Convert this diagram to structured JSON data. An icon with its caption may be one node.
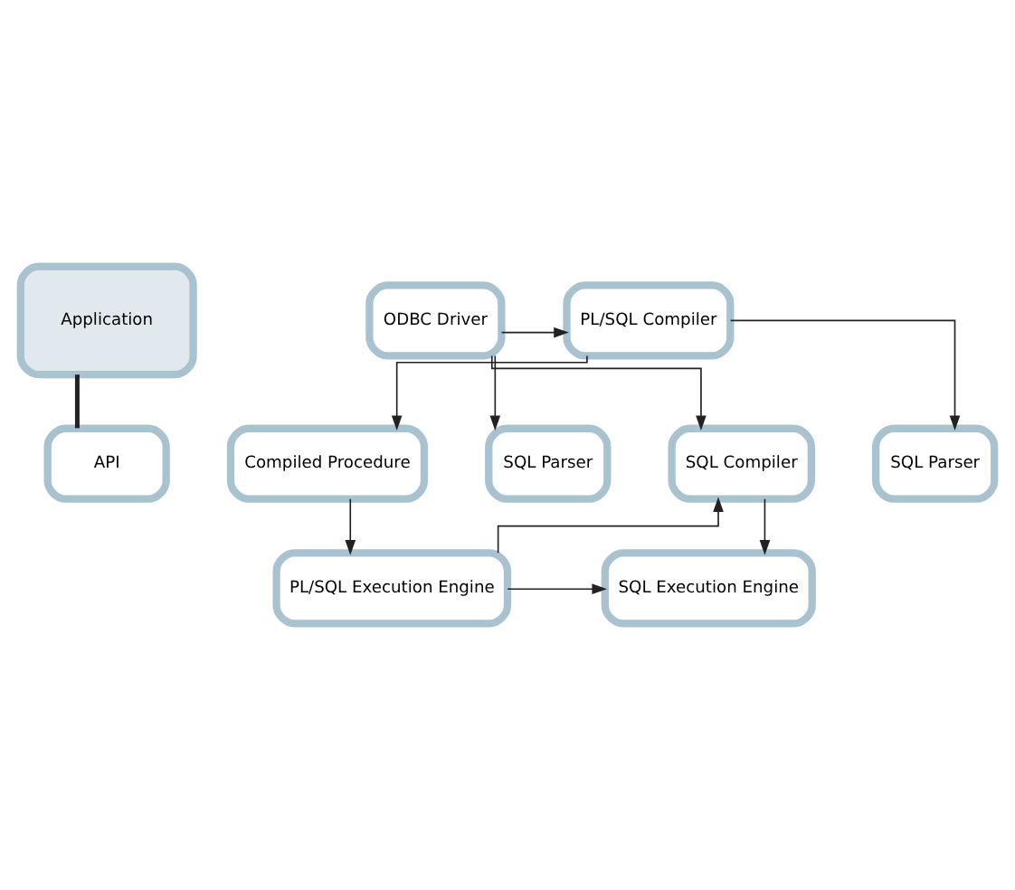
{
  "diagram": {
    "nodes": [
      {
        "text": [
          "Application"
        ]
      },
      {
        "text": [
          "SQL Parser"
        ]
      },
      {
        "text": [
          "SQL Parser"
        ]
      },
      {
        "text": [
          "API"
        ]
      },
      {
        "text": [
          "ODBC Driver"
        ]
      },
      {
        "text": [
          "PL/SQL Compiler"
        ]
      },
      {
        "text": [
          "SQL Compiler"
        ]
      },
      {
        "text": [
          "Compiled Procedure"
        ]
      },
      {
        "text": [
          "SQL Execution Engine"
        ]
      },
      {
        "text": [
          "PL/SQL Execution Engine"
        ]
      }
    ],
    "edges": [
      {
        "from": 0,
        "to": 3,
        "arrow": "none",
        "style": "thick"
      },
      {
        "from": 4,
        "to": 1,
        "arrow": "to"
      },
      {
        "from": 4,
        "to": 5,
        "arrow": "to"
      },
      {
        "from": 5,
        "to": 2,
        "arrow": "to"
      },
      {
        "from": 4,
        "to": 6,
        "arrow": "to"
      },
      {
        "from": 5,
        "to": 7,
        "arrow": "to"
      },
      {
        "from": 6,
        "to": 8,
        "arrow": "to"
      },
      {
        "from": 7,
        "to": 9,
        "arrow": "to"
      },
      {
        "from": 9,
        "to": 6,
        "arrow": "to"
      },
      {
        "from": 9,
        "to": 8,
        "arrow": "to"
      }
    ]
  }
}
